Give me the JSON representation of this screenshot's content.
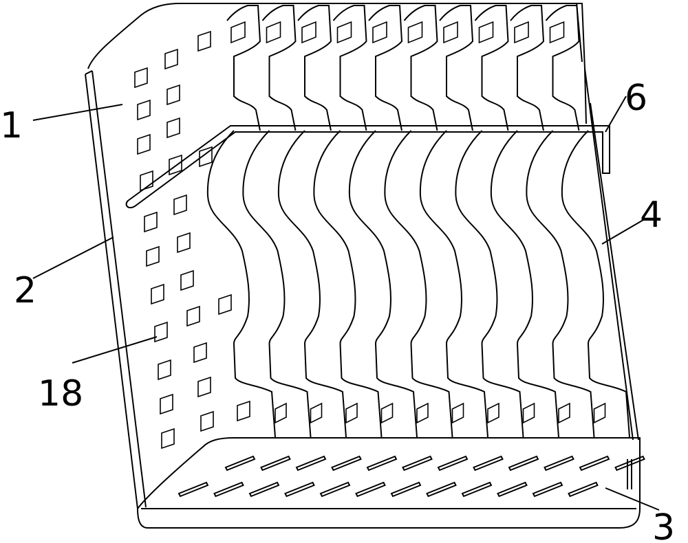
{
  "figure": {
    "labels": {
      "l1": "1",
      "l2": "2",
      "l3": "3",
      "l4": "4",
      "l6": "6",
      "l18": "18"
    },
    "stroke_color": "#000000",
    "background_color": "#ffffff"
  }
}
